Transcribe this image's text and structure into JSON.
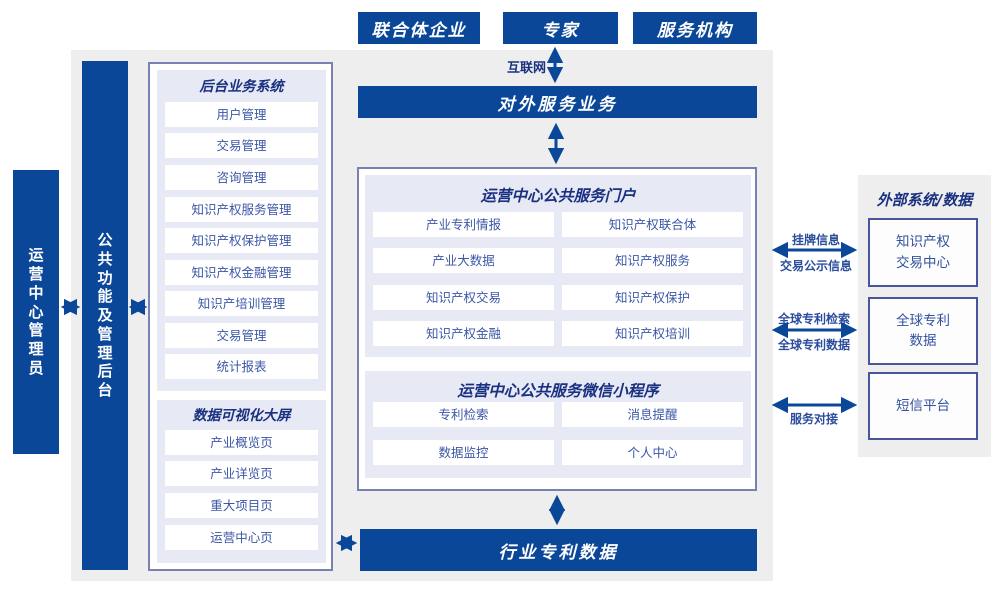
{
  "colors": {
    "primary_blue": "#0b4799",
    "panel_gray": "#eeeeee",
    "section_lavender": "#e7e9f4",
    "outline_border": "#7781b3",
    "header_text": "#1a3182",
    "item_text": "#3b57a6"
  },
  "actors": {
    "consortium": "联合体企业",
    "expert": "专家",
    "service_org": "服务机构"
  },
  "labels": {
    "internet": "互联网",
    "external_service": "对外服务业务",
    "industry_patent_data": "行业专利数据",
    "admin_bar": "运营中心管理员",
    "backend_bar": "公共功能及管理后台"
  },
  "backend_system": {
    "title": "后台业务系统",
    "items": [
      "用户管理",
      "交易管理",
      "咨询管理",
      "知识产权服务管理",
      "知识产权保护管理",
      "知识产权金融管理",
      "知识产培训管理",
      "交易管理",
      "统计报表"
    ]
  },
  "dashboard": {
    "title": "数据可视化大屏",
    "items": [
      "产业概览页",
      "产业详览页",
      "重大项目页",
      "运营中心页"
    ]
  },
  "portal": {
    "title": "运营中心公共服务门户",
    "items": [
      "产业专利情报",
      "知识产权联合体",
      "产业大数据",
      "知识产权服务",
      "知识产权交易",
      "知识产权保护",
      "知识产权金融",
      "知识产权培训"
    ]
  },
  "miniprogram": {
    "title": "运营中心公共服务微信小程序",
    "items": [
      "专利检索",
      "消息提醒",
      "数据监控",
      "个人中心"
    ]
  },
  "external_systems": {
    "title": "外部系统/数据",
    "boxes": [
      {
        "line1": "知识产权",
        "line2": "交易中心"
      },
      {
        "line1": "全球专利",
        "line2": "数据"
      },
      {
        "line1": "短信平台",
        "line2": ""
      }
    ]
  },
  "connections": {
    "listing_info": "挂牌信息",
    "trade_publicity": "交易公示信息",
    "global_patent_search": "全球专利检索",
    "global_patent_data": "全球专利数据",
    "service_dock": "服务对接"
  }
}
